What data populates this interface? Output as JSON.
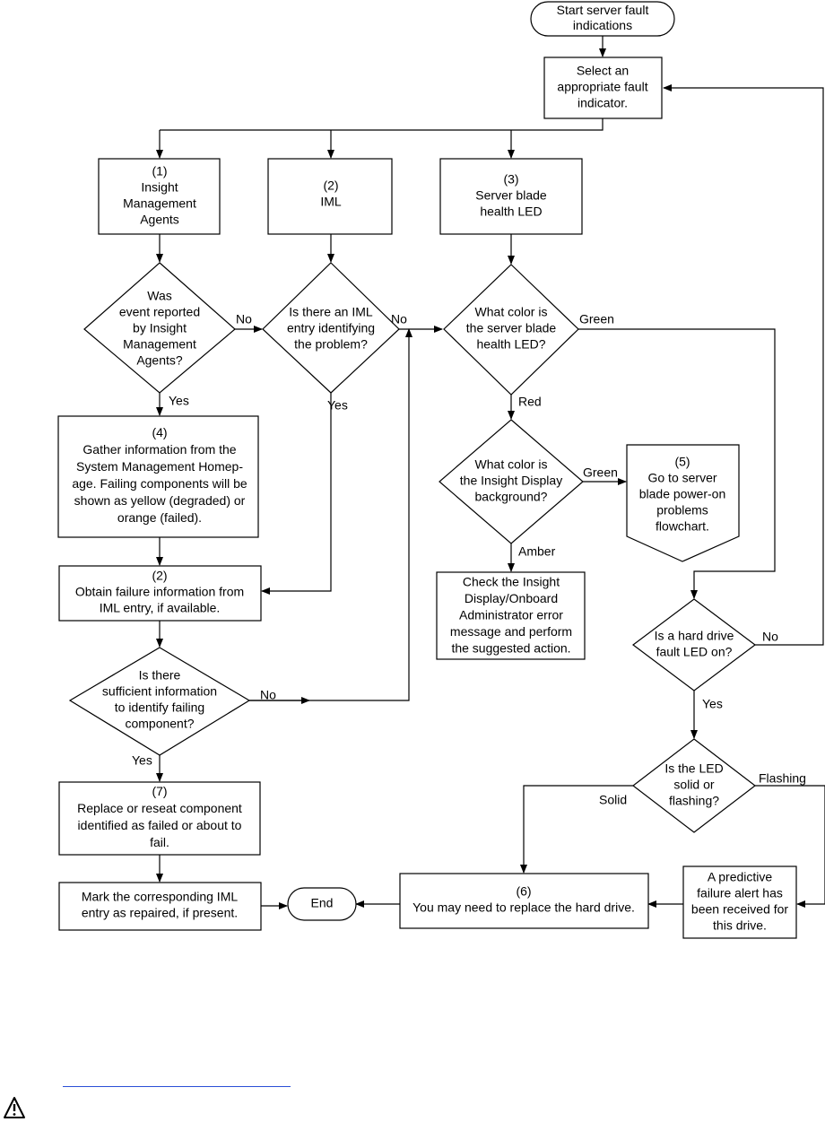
{
  "nodes": {
    "start": [
      "Start server fault",
      "indications"
    ],
    "select": [
      "Select an",
      "appropriate fault",
      "indicator."
    ],
    "agents_box": [
      "(1)",
      "Insight",
      "Management",
      "Agents"
    ],
    "iml_box": [
      "(2)",
      "IML"
    ],
    "led_box": [
      "(3)",
      "Server blade",
      "health LED"
    ],
    "q_agents": [
      "Was",
      "event reported",
      "by Insight",
      "Management",
      "Agents?"
    ],
    "q_iml": [
      "Is there an IML",
      "entry identifying",
      "the problem?"
    ],
    "q_led_color": [
      "What color is",
      "the server blade",
      "health LED?"
    ],
    "gather": [
      "(4)",
      "Gather information from the",
      "System Management Homep-",
      "age. Failing components will be",
      "shown as yellow (degraded) or",
      "orange (failed)."
    ],
    "q_display": [
      "What color is",
      "the Insight Display",
      "background?"
    ],
    "poweron": [
      "(5)",
      "Go to server",
      "blade power-on",
      "problems",
      "flowchart."
    ],
    "obtain": [
      "(2)",
      "Obtain failure information from",
      "IML entry, if available."
    ],
    "check_display": [
      "Check the Insight",
      "Display/Onboard",
      "Administrator error",
      "message and perform",
      "the suggested action."
    ],
    "q_hd_fault": [
      "Is a hard drive",
      "fault LED on?"
    ],
    "q_sufficient": [
      "Is there",
      "sufficient information",
      "to identify failing",
      "component?"
    ],
    "replace": [
      "(7)",
      "Replace or reseat component",
      "identified as failed or about to",
      "fail."
    ],
    "q_led_state": [
      "Is the LED",
      "solid or",
      "flashing?"
    ],
    "mark": [
      "Mark the corresponding IML",
      "entry as repaired, if present."
    ],
    "end": [
      "End"
    ],
    "replace_hd": [
      "(6)",
      "You may need to replace the hard drive."
    ],
    "predictive": [
      "A predictive",
      "failure alert has",
      "been received for",
      "this drive."
    ]
  },
  "edges": {
    "agents_no": "No",
    "agents_yes": "Yes",
    "iml_no": "No",
    "iml_yes": "Yes",
    "led_green": "Green",
    "led_red": "Red",
    "display_green": "Green",
    "display_amber": "Amber",
    "hd_no": "No",
    "hd_yes": "Yes",
    "sufficient_no": "No",
    "sufficient_yes": "Yes",
    "state_solid": "Solid",
    "state_flashing": "Flashing"
  },
  "colors": {
    "link": "#2a4fd6",
    "line": "#000000"
  },
  "icons": [
    "warning-triangle-icon"
  ]
}
